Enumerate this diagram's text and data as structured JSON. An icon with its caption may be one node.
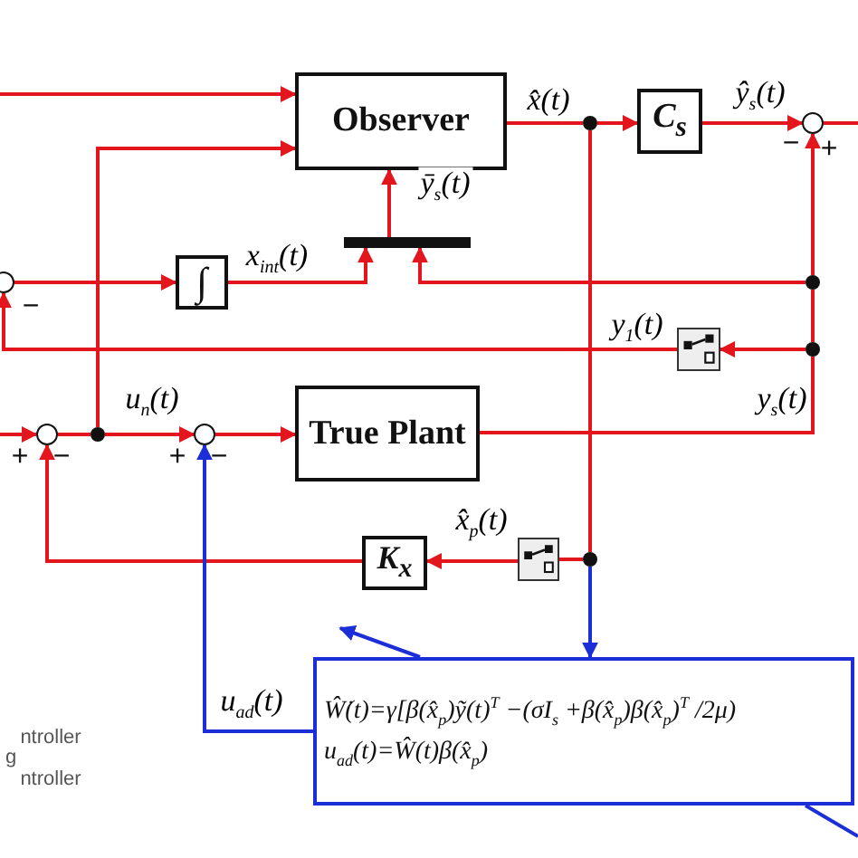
{
  "diagram": {
    "nodes": [
      {
        "text": [
          "Observer"
        ]
      },
      {
        "text": [
          "C$_{s}$"
        ]
      },
      {
        "text": [],
        "shape": "circle"
      },
      {
        "text": [
          "∫"
        ]
      },
      {
        "text": [],
        "shape": "bar"
      },
      {
        "text": [],
        "shape": "circle"
      },
      {
        "text": [],
        "shape": "switch"
      },
      {
        "text": [
          "True Plant"
        ]
      },
      {
        "text": [],
        "shape": "circle"
      },
      {
        "text": [],
        "shape": "circle"
      },
      {
        "text": [
          "K$_{x}$"
        ]
      },
      {
        "text": [],
        "shape": "switch"
      },
      {
        "text": [
          "Ŵ̇(t)=γ[β(x̂$_{p}$)ỹ(t)$^{T}$ −(σI$_{s}$ +β(x̂$_{p}$)β(x̂$_{p}$)$^{T}$ /2μ)",
          "u$_{ad}$(t)=Ŵ(t)β(x̂$_{p}$)"
        ]
      },
      {
        "text": [],
        "shape": "dot"
      },
      {
        "text": [],
        "shape": "dot"
      },
      {
        "text": [],
        "shape": "dot"
      },
      {
        "text": [],
        "shape": "dot"
      },
      {
        "text": [],
        "shape": "dot"
      }
    ],
    "edges": [
      {
        "from": null,
        "to": 0,
        "arrow": "to"
      },
      {
        "from": 17,
        "to": 0,
        "arrow": "to"
      },
      {
        "from": 0,
        "to": 13,
        "arrow": "none",
        "label": "x̂(t)"
      },
      {
        "from": 13,
        "to": 1,
        "arrow": "to"
      },
      {
        "from": 1,
        "to": 2,
        "arrow": "to",
        "label": "ŷ$_{s}$(t)"
      },
      {
        "from": 2,
        "to": null,
        "arrow": "none"
      },
      {
        "from": 7,
        "to": 15,
        "arrow": "none",
        "label": "y$_{s}$(t)"
      },
      {
        "from": 14,
        "to": 4,
        "arrow": "to"
      },
      {
        "from": 5,
        "to": 3,
        "arrow": "to"
      },
      {
        "from": 3,
        "to": 4,
        "arrow": "to",
        "label": "x$_{int}$(t)"
      },
      {
        "from": 4,
        "to": 0,
        "arrow": "to",
        "label": "ȳ$_{s}$(t)"
      },
      {
        "from": 15,
        "to": 6,
        "arrow": "to"
      },
      {
        "from": 6,
        "to": 5,
        "arrow": "to",
        "label": "y$_{1}$(t)"
      },
      {
        "from": null,
        "to": 8,
        "arrow": "to"
      },
      {
        "from": 8,
        "to": 17,
        "arrow": "none"
      },
      {
        "from": 17,
        "to": 9,
        "arrow": "to",
        "label": "u$_{n}$(t)"
      },
      {
        "from": 9,
        "to": 7,
        "arrow": "to"
      },
      {
        "from": 13,
        "to": 16,
        "arrow": "none"
      },
      {
        "from": 16,
        "to": 11,
        "arrow": "none"
      },
      {
        "from": 11,
        "to": 10,
        "arrow": "to",
        "label": "x̂$_{p}$(t)"
      },
      {
        "from": 10,
        "to": 8,
        "arrow": "to"
      },
      {
        "from": 16,
        "to": 12,
        "arrow": "to",
        "color": "#1c2ed8"
      },
      {
        "from": 12,
        "to": 9,
        "arrow": "to",
        "color": "#1c2ed8",
        "label": "u$_{ad}$(t)"
      },
      {
        "from": 12,
        "to": null,
        "arrow": "to",
        "color": "#1c2ed8"
      },
      {
        "from": 12,
        "to": null,
        "arrow": "none",
        "color": "#1c2ed8"
      },
      {
        "from": 15,
        "to": 14,
        "arrow": "none"
      },
      {
        "from": 14,
        "to": 2,
        "arrow": "to"
      }
    ],
    "labels": [
      "−",
      "+",
      "−",
      "+",
      "−",
      "+",
      "−",
      "ntroller",
      "g",
      "ntroller"
    ]
  }
}
